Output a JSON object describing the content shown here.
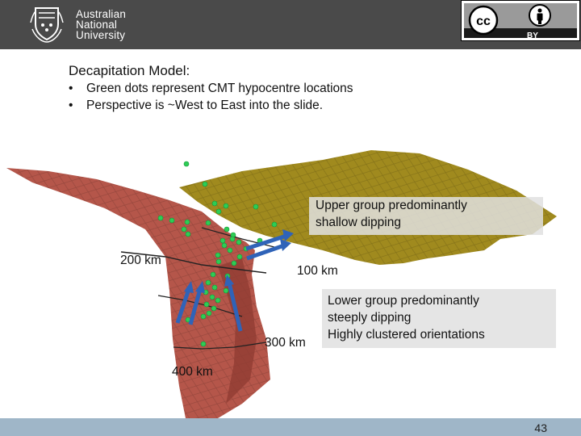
{
  "header": {
    "logo_lines": [
      "Australian",
      "National",
      "University"
    ],
    "license_badge": {
      "icons": [
        "cc-icon",
        "person-icon"
      ],
      "label": "BY"
    }
  },
  "slide": {
    "title": "Decapitation Model:",
    "bullets": [
      "Green dots represent CMT hypocentre locations",
      "Perspective is ~West to East into the slide."
    ],
    "callouts": {
      "upper": [
        "Upper group predominantly",
        "shallow dipping"
      ],
      "lower": [
        "Lower group predominantly",
        "steeply dipping",
        "Highly clustered orientations"
      ]
    },
    "depth_labels": {
      "d100": "100 km",
      "d200": "200 km",
      "d300": "300 km",
      "d400": "400 km"
    }
  },
  "footer": {
    "page_number": "43",
    "color": "#9fb6c8"
  },
  "colors": {
    "slab_upper": "#a08a1e",
    "slab_lower": "#b5564a",
    "hypocentre": "#2ecc55",
    "arrow": "#2f63b8"
  }
}
